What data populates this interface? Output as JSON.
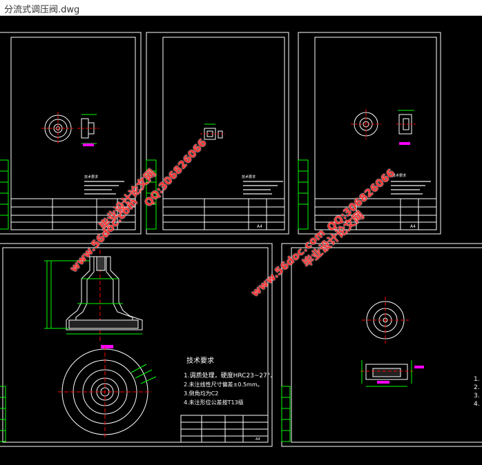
{
  "window": {
    "title": "分流式调压阀.dwg"
  },
  "watermarks": {
    "site": "www.56doc.com",
    "qq": "QQ:306826066",
    "brand": "毕业设计论文网"
  },
  "sheet_large_left": {
    "tech_title": "技术要求",
    "tech_items": [
      "1.调质处理，硬度HRC23~27°。",
      "2.未注线性尺寸偏差±0.5mm。",
      "3.倒角均为C2",
      "4.未注形位公差按T13级"
    ]
  },
  "sheet_large_right": {
    "tech_items_partial": [
      "1.",
      "2.",
      "3.",
      "4."
    ]
  },
  "sheet_small": {
    "size_label": "A4",
    "tech_title": "技术要求"
  },
  "colors": {
    "frame": "#ffffff",
    "part": "#ffffff",
    "dimension": "#00ff00",
    "centerline": "#ff0000",
    "label_magenta": "#ff00ff",
    "watermark": "#ff3030"
  }
}
